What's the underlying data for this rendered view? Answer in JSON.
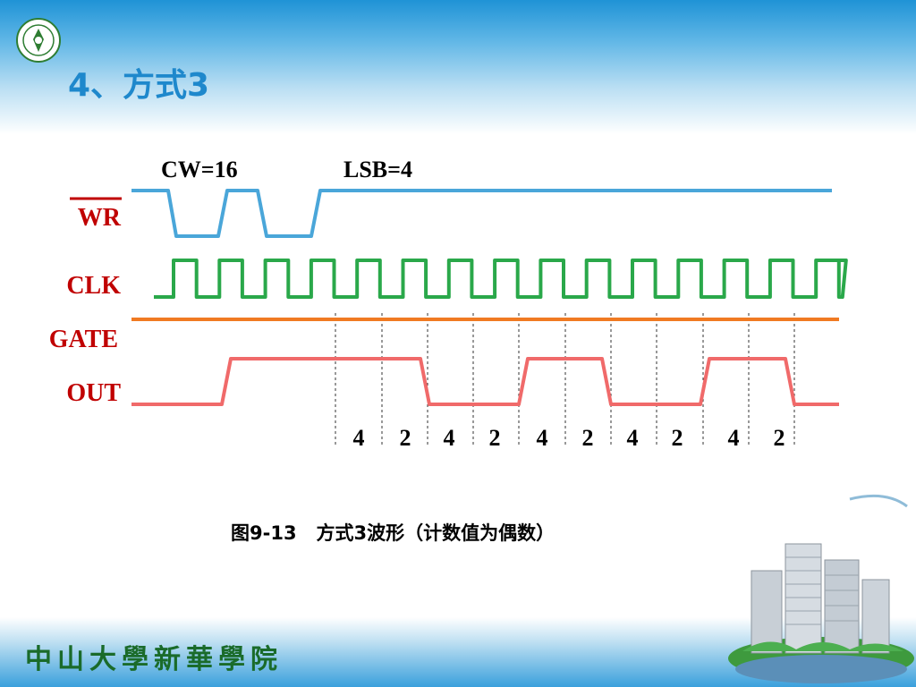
{
  "slide": {
    "title": "4、方式3",
    "caption": "图9-13   方式3波形（计数值为偶数）",
    "footer": "中山大學新華學院"
  },
  "diagram": {
    "top_labels": {
      "cw": "CW=16",
      "lsb": "LSB=4"
    },
    "signals": [
      {
        "name": "WR",
        "overline": true,
        "color": "#4aa6d9"
      },
      {
        "name": "CLK",
        "color": "#2aa84a"
      },
      {
        "name": "GATE",
        "color": "#f07a22"
      },
      {
        "name": "OUT",
        "color": "#f06a6a"
      }
    ],
    "counts": [
      "4",
      "2",
      "4",
      "2",
      "4",
      "2",
      "4",
      "2",
      "4",
      "2"
    ]
  },
  "colors": {
    "title": "#1e88cc",
    "signal_label": "#c00000"
  }
}
